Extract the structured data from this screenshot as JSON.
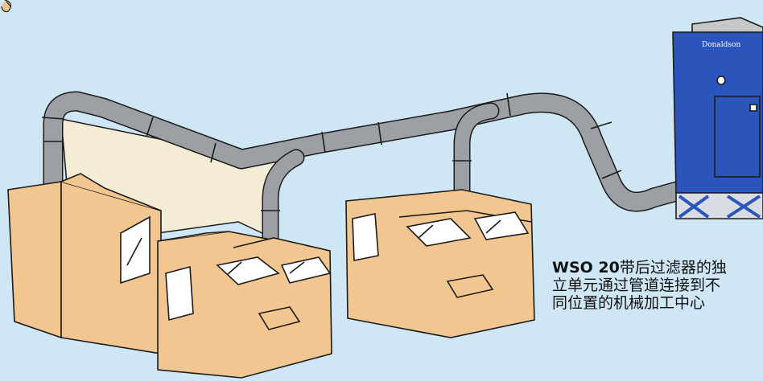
{
  "colors": {
    "background": "#cfe7f5",
    "duct": "#9c9fa3",
    "cabinet": "#f2c690",
    "enclosure_wall": "#f5ecd6",
    "collector": "#2b55ba",
    "outline": "#1b1b1b"
  },
  "collector": {
    "brand_label": "Donaldson"
  },
  "caption": {
    "model": "WSO 20",
    "line1_rest": "带后过滤器的独",
    "line2": "立单元通过管道连接到不",
    "line3": "同位置的机械加工中心"
  },
  "icons": [
    "clip-icon"
  ]
}
